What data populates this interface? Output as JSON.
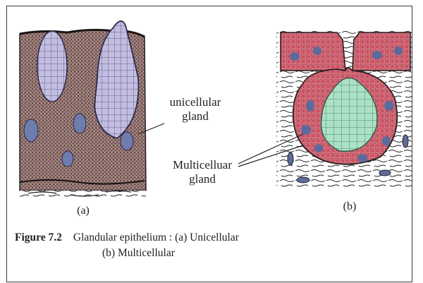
{
  "labels": {
    "unicellular": [
      "unicellular",
      "gland"
    ],
    "multicellular": [
      "Multicelluar",
      "gland"
    ],
    "panel_a": "(a)",
    "panel_b": "(b)"
  },
  "caption": {
    "figure_number": "Figure 7.2",
    "line1": "Glandular epithelium : (a) Unicellular",
    "line2": "(b) Multicellular"
  },
  "colors": {
    "tissue": "#8a6a66",
    "gland_cell": "#b9b3da",
    "multicellular_core": "#a9e0c4",
    "multicellular_ring": "#d76f7c",
    "nucleus": "#5d6b9c",
    "ink": "#222222"
  }
}
